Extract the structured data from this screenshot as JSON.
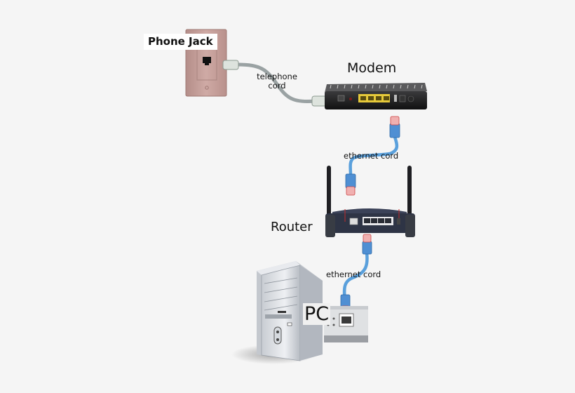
{
  "title": "Home network connection diagram",
  "background": "#f5f5f5",
  "devices": {
    "phone_jack": {
      "label": "Phone Jack",
      "color": "#c9a49f"
    },
    "modem": {
      "label": "Modem",
      "color": "#1c1c1e",
      "port_color": "#e5c93a"
    },
    "router": {
      "label": "Router",
      "color": "#2e3445"
    },
    "pc": {
      "label": "PC",
      "color": "#d9dde2"
    }
  },
  "cables": {
    "telephone_cord": {
      "label_line1": "telephone",
      "label_line2": "cord",
      "from": "Phone Jack",
      "to": "Modem",
      "color": "#9aa2a3"
    },
    "ethernet_cord_1": {
      "label": "ethernet cord",
      "from": "Modem",
      "to": "Router",
      "color": "#5aa0dc"
    },
    "ethernet_cord_2": {
      "label": "ethernet cord",
      "from": "Router",
      "to": "PC",
      "color": "#5aa0dc"
    }
  }
}
